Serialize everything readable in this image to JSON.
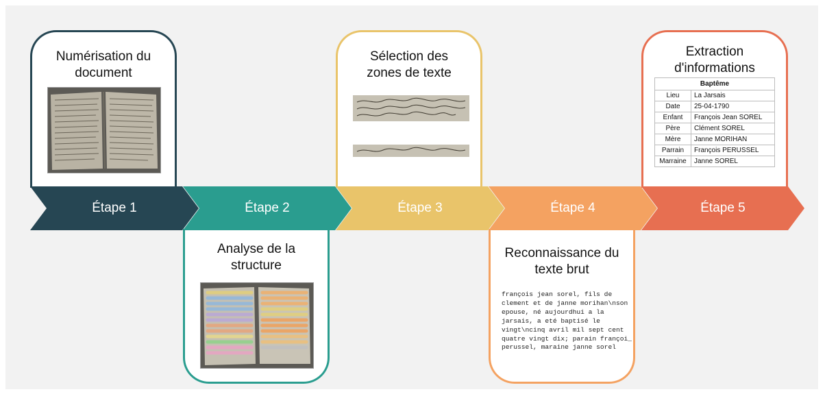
{
  "steps": [
    {
      "label": "Étape 1",
      "color": "#264653"
    },
    {
      "label": "Étape 2",
      "color": "#2a9d8f"
    },
    {
      "label": "Étape 3",
      "color": "#e9c46a"
    },
    {
      "label": "Étape 4",
      "color": "#f4a261"
    },
    {
      "label": "Étape 5",
      "color": "#e76f51"
    }
  ],
  "cards": {
    "digitization": {
      "title": "Numérisation du document"
    },
    "structure": {
      "title": "Analyse de la structure"
    },
    "selection": {
      "title": "Sélection des zones de texte"
    },
    "recognition": {
      "title": "Reconnaissance du texte brut",
      "raw_text": "françois jean sorel, fils de clement et de janne morihan\\nson epouse, né aujourdhui a la jarsais, a eté baptisé le vingt\\ncinq avril mil sept cent quatre vingt dix; parain françoi_ perussel, maraine janne sorel"
    },
    "extraction": {
      "title": "Extraction d'informations",
      "table_title": "Baptême",
      "rows": [
        {
          "key": "Lieu",
          "value": "La Jarsais"
        },
        {
          "key": "Date",
          "value": "25-04-1790"
        },
        {
          "key": "Enfant",
          "value": "François Jean SOREL"
        },
        {
          "key": "Père",
          "value": "Clément SOREL"
        },
        {
          "key": "Mère",
          "value": "Janne MORIHAN"
        },
        {
          "key": "Parrain",
          "value": "François PERUSSEL"
        },
        {
          "key": "Marraine",
          "value": "Janne SOREL"
        }
      ]
    }
  }
}
